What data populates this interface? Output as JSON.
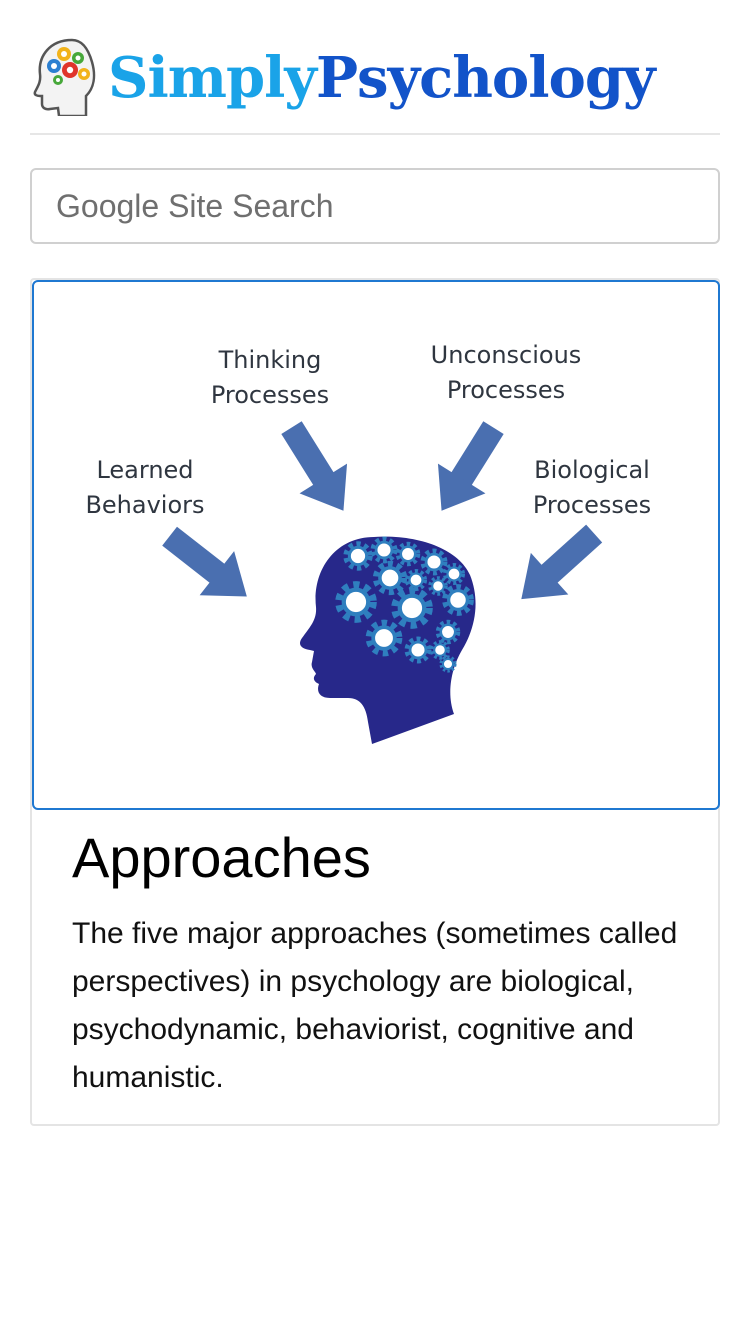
{
  "header": {
    "logo_simply": "Simply",
    "logo_psychology": "Psychology"
  },
  "search": {
    "placeholder": "Google Site Search",
    "value": ""
  },
  "card": {
    "diagram": {
      "labels": {
        "thinking": [
          "Thinking",
          "Processes"
        ],
        "unconscious": [
          "Unconscious",
          "Processes"
        ],
        "learned": [
          "Learned",
          "Behaviors"
        ],
        "biological": [
          "Biological",
          "Processes"
        ]
      }
    },
    "title": "Approaches",
    "description": "The five major approaches (sometimes called perspectives) in psychology are biological, psychodynamic, behaviorist, cognitive and humanistic."
  },
  "colors": {
    "logo_simply": "#1aa3e8",
    "logo_psychology": "#1253c9",
    "card_image_border": "#1f78d1",
    "arrow": "#4a6fb0",
    "head": "#27288a",
    "gear": "#2f7fbf"
  },
  "icons": {
    "logo": "gear-head-icon",
    "diagram_head": "head-with-gears-icon",
    "arrows": "arrow-icon"
  }
}
